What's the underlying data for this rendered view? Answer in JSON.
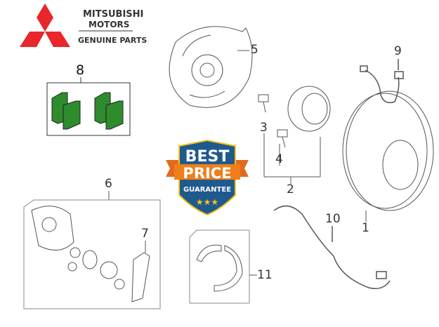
{
  "logo": {
    "line1": "MITSUBISHI",
    "line2": "MOTORS",
    "line3": "GENUINE PARTS",
    "brand_color": "#e8262b"
  },
  "badge": {
    "line1": "BEST",
    "line2": "PRICE",
    "line3": "GUARANTEE",
    "stars": "★★★",
    "shield_color": "#1f5a8f",
    "ribbon_color": "#f07f1a"
  },
  "pad_color": "#2e8b2e",
  "callouts": {
    "c1": "1",
    "c2": "2",
    "c3": "3",
    "c4": "4",
    "c5": "5",
    "c6": "6",
    "c7": "7",
    "c8": "8",
    "c9": "9",
    "c10": "10",
    "c11": "11"
  }
}
